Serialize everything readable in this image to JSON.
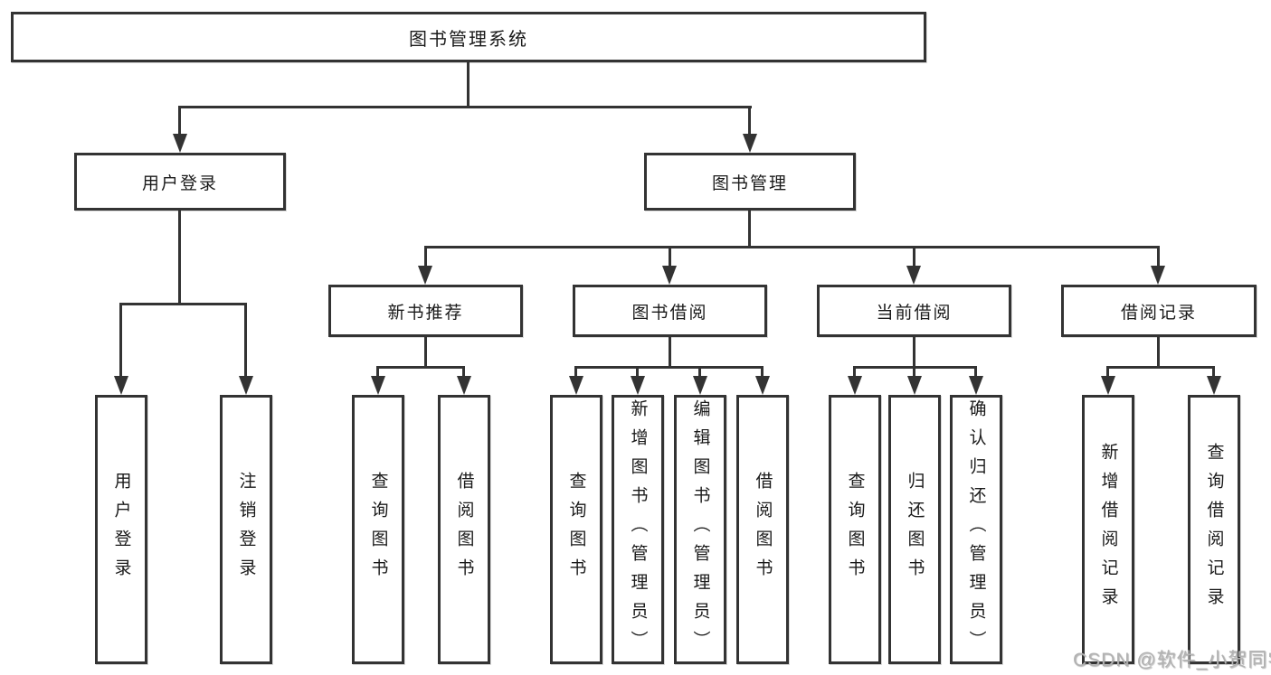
{
  "diagram": {
    "title": "图书管理系统",
    "colors": {
      "line": "#333333",
      "box_background": "#ffffff",
      "text": "#1a1a1a",
      "watermark": "#b2b2b2"
    },
    "nodes": {
      "root": {
        "label": "图书管理系统"
      },
      "user_login_branch": {
        "label": "用户登录"
      },
      "book_management": {
        "label": "图书管理"
      },
      "new_book_recommend": {
        "label": "新书推荐"
      },
      "book_borrow": {
        "label": "图书借阅"
      },
      "current_borrow": {
        "label": "当前借阅"
      },
      "borrow_records": {
        "label": "借阅记录"
      },
      "leaf_user_login": {
        "label": "用户登录"
      },
      "leaf_logout": {
        "label": "注销登录"
      },
      "leaf_nb_query": {
        "label": "查询图书"
      },
      "leaf_nb_borrow": {
        "label": "借阅图书"
      },
      "leaf_bb_query": {
        "label": "查询图书"
      },
      "leaf_bb_add": {
        "label": "新增图书（管理员）"
      },
      "leaf_bb_edit": {
        "label": "编辑图书（管理员）"
      },
      "leaf_bb_borrow": {
        "label": "借阅图书"
      },
      "leaf_cb_query": {
        "label": "查询图书"
      },
      "leaf_cb_return": {
        "label": "归还图书"
      },
      "leaf_cb_confirm": {
        "label": "确认归还（管理员）"
      },
      "leaf_br_add": {
        "label": "新增借阅记录"
      },
      "leaf_br_query": {
        "label": "查询借阅记录"
      }
    },
    "watermark": "CSDN @软件_小贺同学"
  }
}
